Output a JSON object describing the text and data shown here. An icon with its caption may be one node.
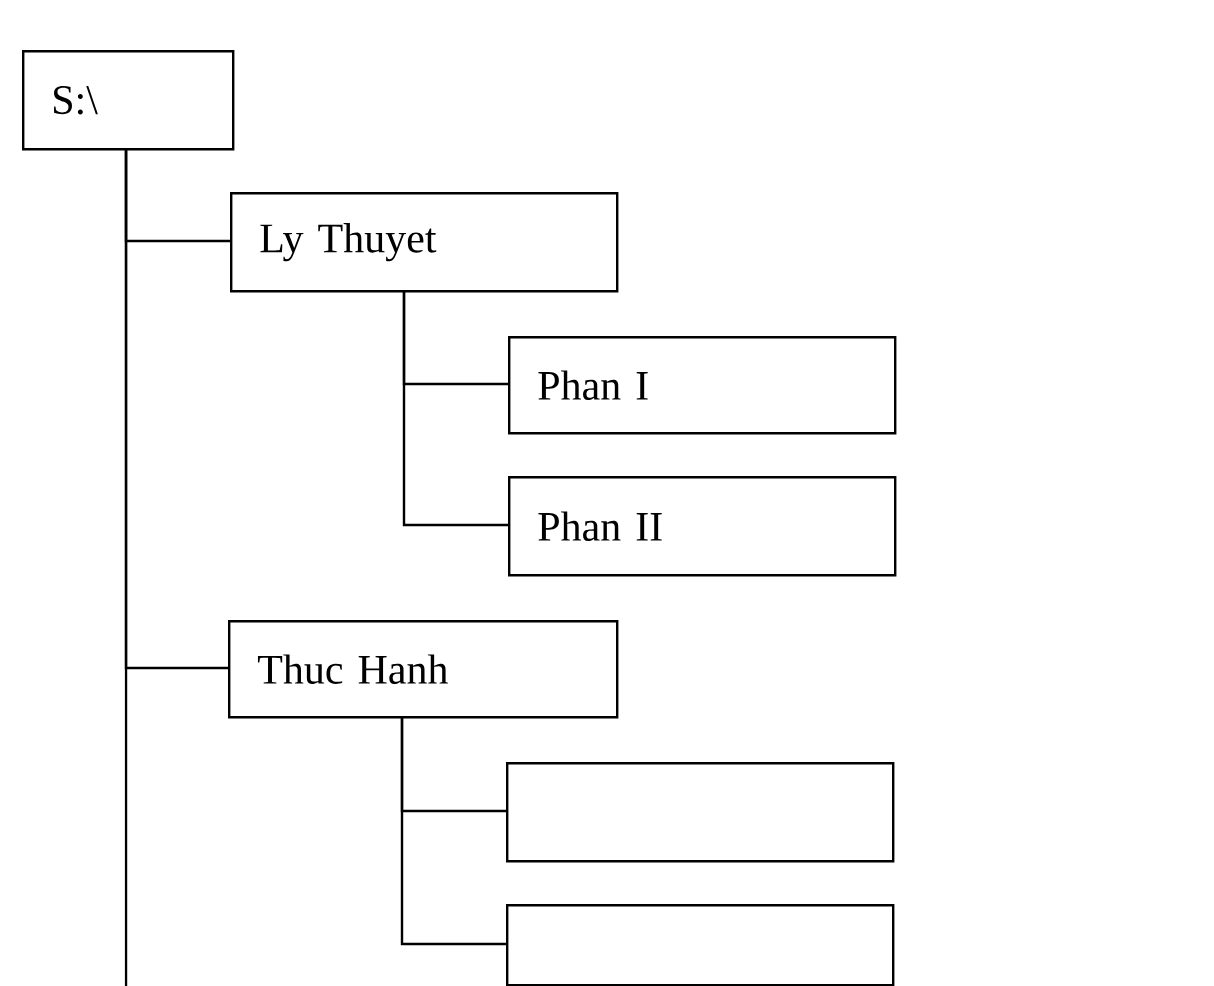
{
  "diagram": {
    "nodes": [
      {
        "text": [
          "S:\\"
        ]
      },
      {
        "text": [
          "Ly Thuyet"
        ]
      },
      {
        "text": [
          "Phan I"
        ]
      },
      {
        "text": [
          "Phan II"
        ]
      },
      {
        "text": [
          "Thuc Hanh"
        ]
      },
      {
        "text": [],
        "shape": "box"
      },
      {
        "text": [],
        "shape": "box"
      }
    ],
    "edges": [
      {
        "from": 0,
        "to": 1,
        "arrow": "none"
      },
      {
        "from": 1,
        "to": 2,
        "arrow": "none"
      },
      {
        "from": 1,
        "to": 3,
        "arrow": "none"
      },
      {
        "from": 0,
        "to": 4,
        "arrow": "none"
      },
      {
        "from": 4,
        "to": 5,
        "arrow": "none"
      },
      {
        "from": 4,
        "to": 6,
        "arrow": "none"
      },
      {
        "from": 0,
        "to": null,
        "arrow": "none"
      }
    ]
  }
}
